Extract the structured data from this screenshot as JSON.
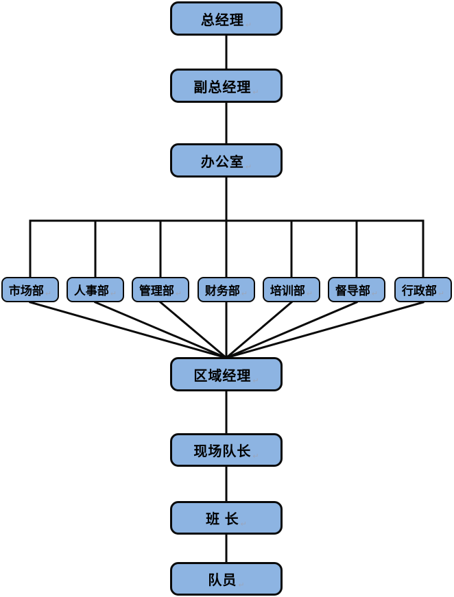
{
  "diagram": {
    "type": "org-chart",
    "background_color": "#ffffff",
    "node_fill_color": "#8db4e2",
    "node_border_color": "#0a0a0a",
    "connector_color": "#0a0a0a",
    "paragraph_mark": "↵",
    "nodes": {
      "general_manager": "总经理",
      "deputy_general_manager": "副总经理",
      "office": "办公室",
      "departments": [
        "市场部",
        "人事部",
        "管理部",
        "财务部",
        "培训部",
        "督导部",
        "行政部"
      ],
      "regional_manager": "区域经理",
      "site_captain": "现场队长",
      "squad_leader": "班 长",
      "team_member": "队员"
    },
    "edges": [
      {
        "from": "general_manager",
        "to": "deputy_general_manager"
      },
      {
        "from": "deputy_general_manager",
        "to": "office"
      },
      {
        "from": "office",
        "to": "市场部"
      },
      {
        "from": "office",
        "to": "人事部"
      },
      {
        "from": "office",
        "to": "管理部"
      },
      {
        "from": "office",
        "to": "财务部"
      },
      {
        "from": "office",
        "to": "培训部"
      },
      {
        "from": "office",
        "to": "督导部"
      },
      {
        "from": "office",
        "to": "行政部"
      },
      {
        "from": "市场部",
        "to": "regional_manager"
      },
      {
        "from": "人事部",
        "to": "regional_manager"
      },
      {
        "from": "管理部",
        "to": "regional_manager"
      },
      {
        "from": "财务部",
        "to": "regional_manager"
      },
      {
        "from": "培训部",
        "to": "regional_manager"
      },
      {
        "from": "督导部",
        "to": "regional_manager"
      },
      {
        "from": "行政部",
        "to": "regional_manager"
      },
      {
        "from": "regional_manager",
        "to": "site_captain"
      },
      {
        "from": "site_captain",
        "to": "squad_leader"
      },
      {
        "from": "squad_leader",
        "to": "team_member"
      }
    ]
  }
}
